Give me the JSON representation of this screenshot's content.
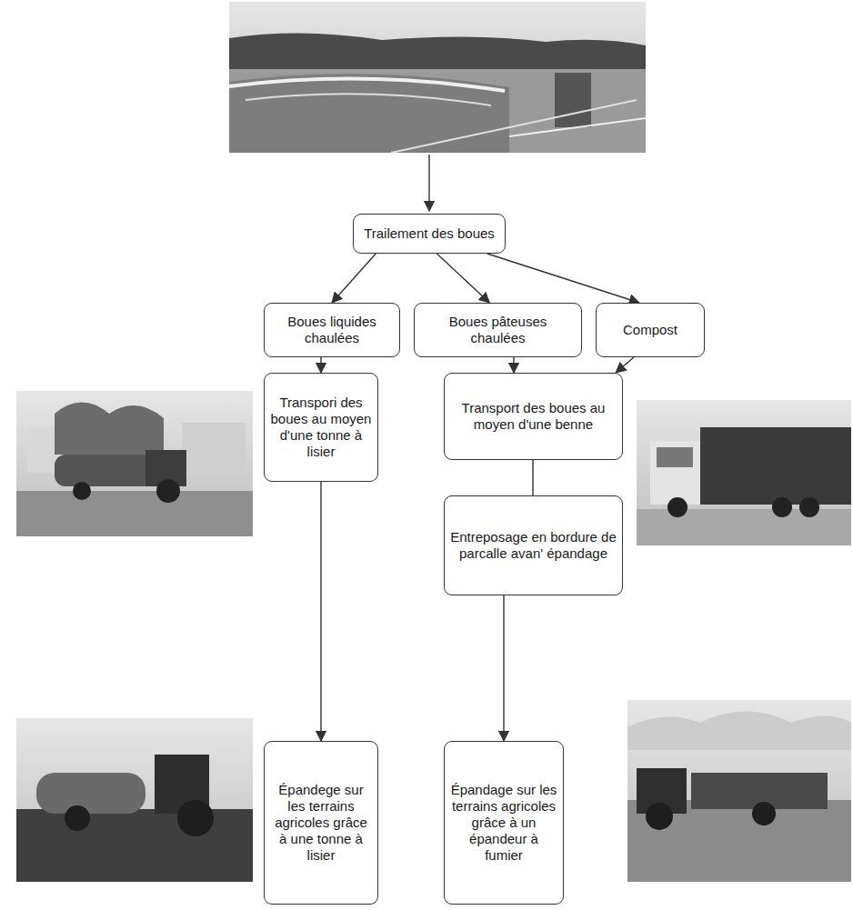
{
  "diagram": {
    "nodes": [
      {
        "text": [
          "Trailement des boues"
        ]
      },
      {
        "text": [
          "Boues liquides chaulées"
        ]
      },
      {
        "text": [
          "Boues pâteuses chaulées"
        ]
      },
      {
        "text": [
          "Compost"
        ]
      },
      {
        "text": [
          "Transpori des boues au moyen d'une tonne à lisier"
        ]
      },
      {
        "text": [
          "Transport des boues au moyen d'une benne"
        ]
      },
      {
        "text": [
          "Entreposage en bordure de parcalle avan' épandage"
        ]
      },
      {
        "text": [
          "Épandege sur les terrains agricoles grâce à une tonne à lisier"
        ]
      },
      {
        "text": [
          "Épandage sur les terrains agricoles grâce à un épandeur à fumier"
        ]
      }
    ],
    "edges": [
      {
        "from": 0,
        "to": 1,
        "arrow": "to"
      },
      {
        "from": 0,
        "to": 2,
        "arrow": "to"
      },
      {
        "from": 0,
        "to": 3,
        "arrow": "to"
      },
      {
        "from": 1,
        "to": 4,
        "arrow": "to"
      },
      {
        "from": 2,
        "to": 5,
        "arrow": "to"
      },
      {
        "from": 3,
        "to": 5,
        "arrow": "to"
      },
      {
        "from": 5,
        "to": 6,
        "arrow": "none"
      },
      {
        "from": 6,
        "to": 8,
        "arrow": "to"
      },
      {
        "from": 4,
        "to": 7,
        "arrow": "to"
      }
    ]
  }
}
